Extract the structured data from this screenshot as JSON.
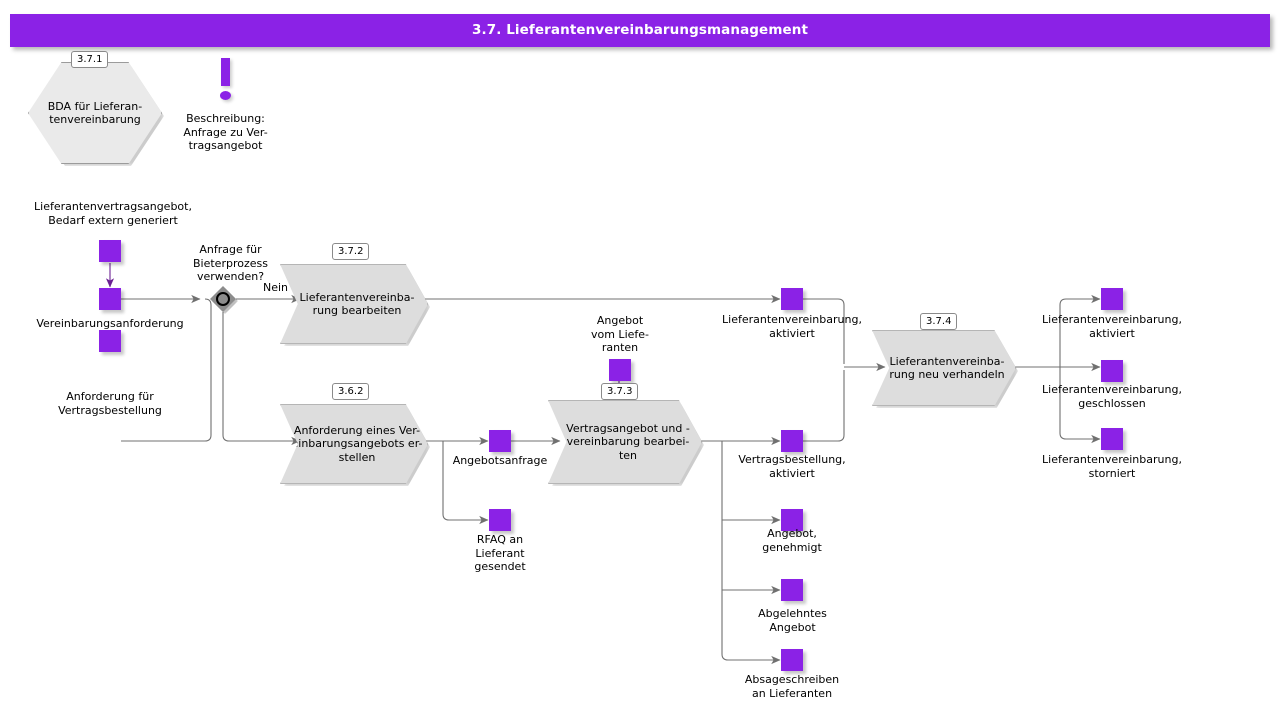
{
  "header": {
    "title": "3.7. Lieferantenvereinbarungsmanagement",
    "bar_color": "#8B22E6"
  },
  "colors": {
    "accent_purple": "#8B22E6",
    "shape_gray": "#dddddd",
    "hex_gray": "#eaeaea",
    "line_gray": "#707070"
  },
  "nodes": {
    "hexagon_371": {
      "tag": "3.7.1",
      "label": "BDA für Lieferan-\ntenvereinbarung"
    },
    "annotation": {
      "icon": "exclamation-icon",
      "label": "Beschreibung:\nAnfrage zu Ver-\ntragsangebot"
    },
    "source_note": "Lieferantenvertragsangebot,\nBedarf extern generiert",
    "event_vereinbarungsanforderung_top": {
      "label": ""
    },
    "event_vereinbarungsanforderung": {
      "label": "Vereinbarungsanforderung"
    },
    "event_anforderung_vertragsbestellung": {
      "label": "Anforderung für\nVertragsbestellung"
    },
    "gateway": {
      "question": "Anfrage für\nBieterprozess\nverwenden?",
      "branch_label": "Nein",
      "type": "or-gateway"
    },
    "chevron_372": {
      "tag": "3.7.2",
      "label": "Lieferantenvereinba-\nrung bearbeiten"
    },
    "chevron_362": {
      "tag": "3.6.2",
      "label": "Anforderung eines Ver-\neinbarungsangebots er-\nstellen"
    },
    "event_angebotsanfrage": {
      "label": "Angebotsanfrage"
    },
    "event_rfaq": {
      "label": "RFAQ an\nLieferant\ngesendet"
    },
    "event_angebot_vom_lieferanten": {
      "label": "Angebot\nvom Liefe-\nranten"
    },
    "chevron_373": {
      "tag": "3.7.3",
      "label": "Vertragsangebot und -\nvereinbarung bearbei-\nten"
    },
    "event_lv_aktiviert_mid": {
      "label": "Lieferantenvereinbarung,\naktiviert"
    },
    "event_vertragsbestellung_aktiviert": {
      "label": "Vertragsbestellung,\naktiviert"
    },
    "event_angebot_genehmigt": {
      "label": "Angebot,\ngenehmigt"
    },
    "event_abgelehntes_angebot": {
      "label": "Abgelehntes\nAngebot"
    },
    "event_absageschreiben": {
      "label": "Absageschreiben\nan Lieferanten"
    },
    "chevron_374": {
      "tag": "3.7.4",
      "label": "Lieferantenvereinba-\nrung neu verhandeln"
    },
    "event_lv_aktiviert_right": {
      "label": "Lieferantenvereinbarung,\naktiviert"
    },
    "event_lv_geschlossen": {
      "label": "Lieferantenvereinbarung,\ngeschlossen"
    },
    "event_lv_storniert": {
      "label": "Lieferantenvereinbarung,\nstorniert"
    }
  }
}
